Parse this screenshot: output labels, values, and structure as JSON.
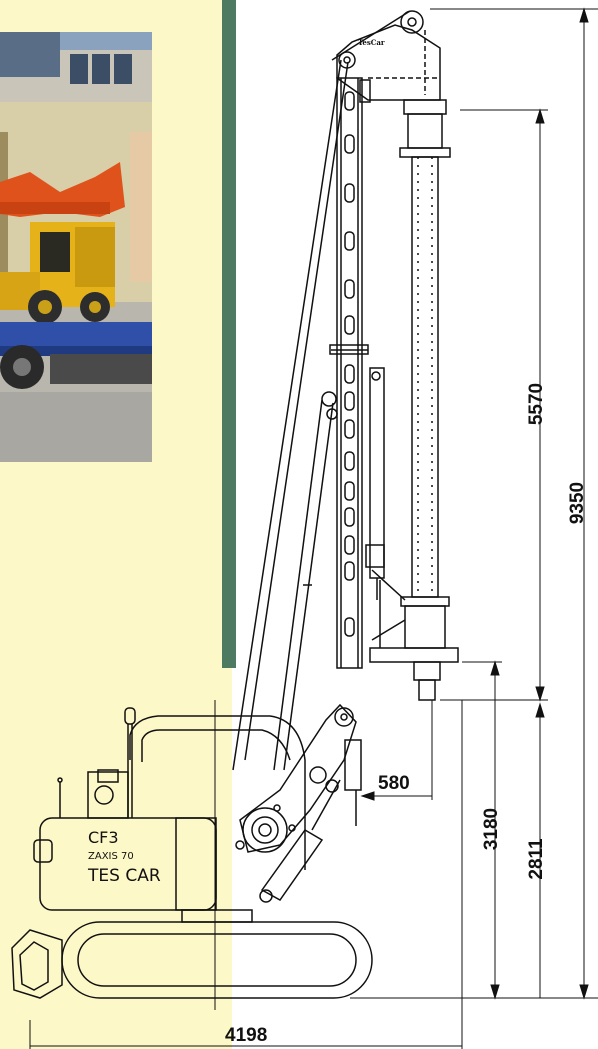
{
  "dimensions": {
    "d9350": "9350",
    "d5570": "5570",
    "d3180": "3180",
    "d2811": "2811",
    "d580": "580",
    "d4198": "4198"
  },
  "machine_labels": {
    "model": "CF3",
    "base": "ZAXIS 70",
    "brand": "TES CAR",
    "mast_logo": "TesCar"
  },
  "colors": {
    "left_panel": "#fdf8c8",
    "stripe": "#4e7a62",
    "line": "#111111"
  }
}
